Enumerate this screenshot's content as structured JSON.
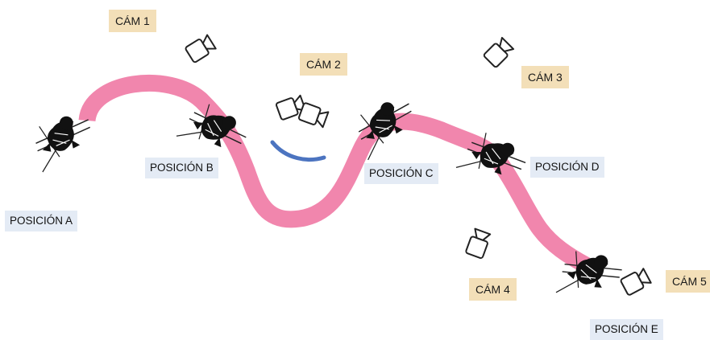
{
  "colors": {
    "track": "#f186ad",
    "arc": "#4c74c0",
    "camera_label_bg": "#f3dfb8",
    "position_label_bg": "#e4ebf5",
    "skier": "#111111"
  },
  "cameras": [
    {
      "label": "CÁM 1",
      "icon": "camera-icon"
    },
    {
      "label": "CÁM 2",
      "icon": "camera-icon"
    },
    {
      "label": "CÁM 3",
      "icon": "camera-icon"
    },
    {
      "label": "CÁM 4",
      "icon": "camera-icon"
    },
    {
      "label": "CÁM 5",
      "icon": "camera-icon"
    }
  ],
  "positions": [
    {
      "label": "POSICIÓN A",
      "icon": "skier-icon"
    },
    {
      "label": "POSICIÓN B",
      "icon": "skier-icon"
    },
    {
      "label": "POSICIÓN C",
      "icon": "skier-icon"
    },
    {
      "label": "POSICIÓN D",
      "icon": "skier-icon"
    },
    {
      "label": "POSICIÓN E",
      "icon": "skier-icon"
    }
  ]
}
